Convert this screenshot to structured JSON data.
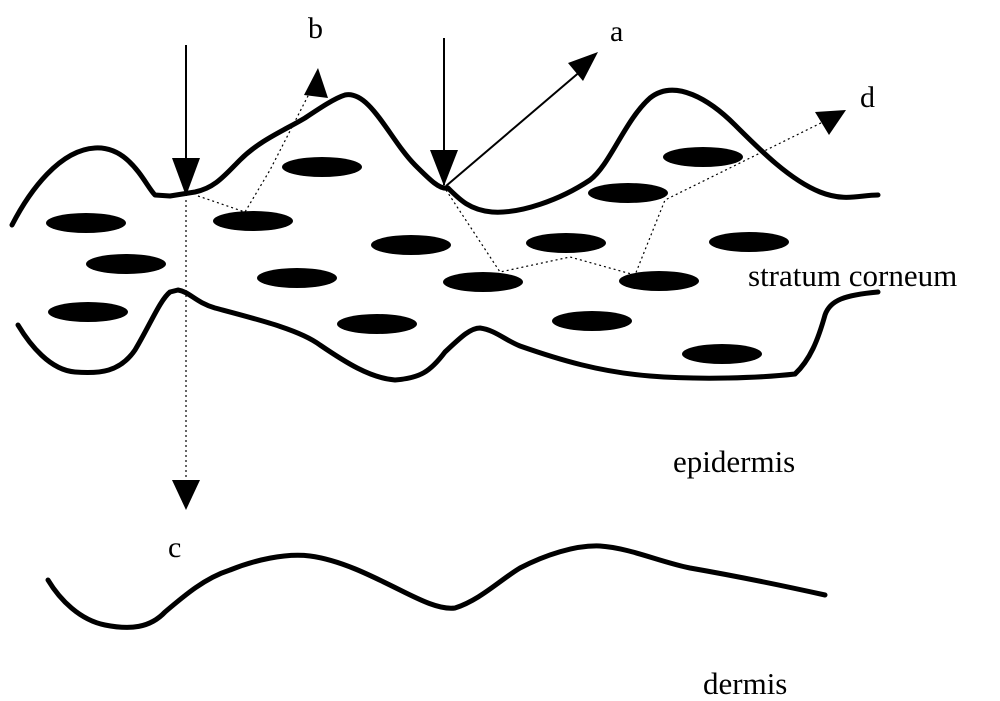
{
  "layers": {
    "stratum_corneum": "stratum corneum",
    "epidermis": "epidermis",
    "dermis": "dermis"
  },
  "light_paths": {
    "a": "a",
    "b": "b",
    "c": "c",
    "d": "d"
  },
  "colors": {
    "ink": "#000000",
    "background": "#ffffff"
  }
}
